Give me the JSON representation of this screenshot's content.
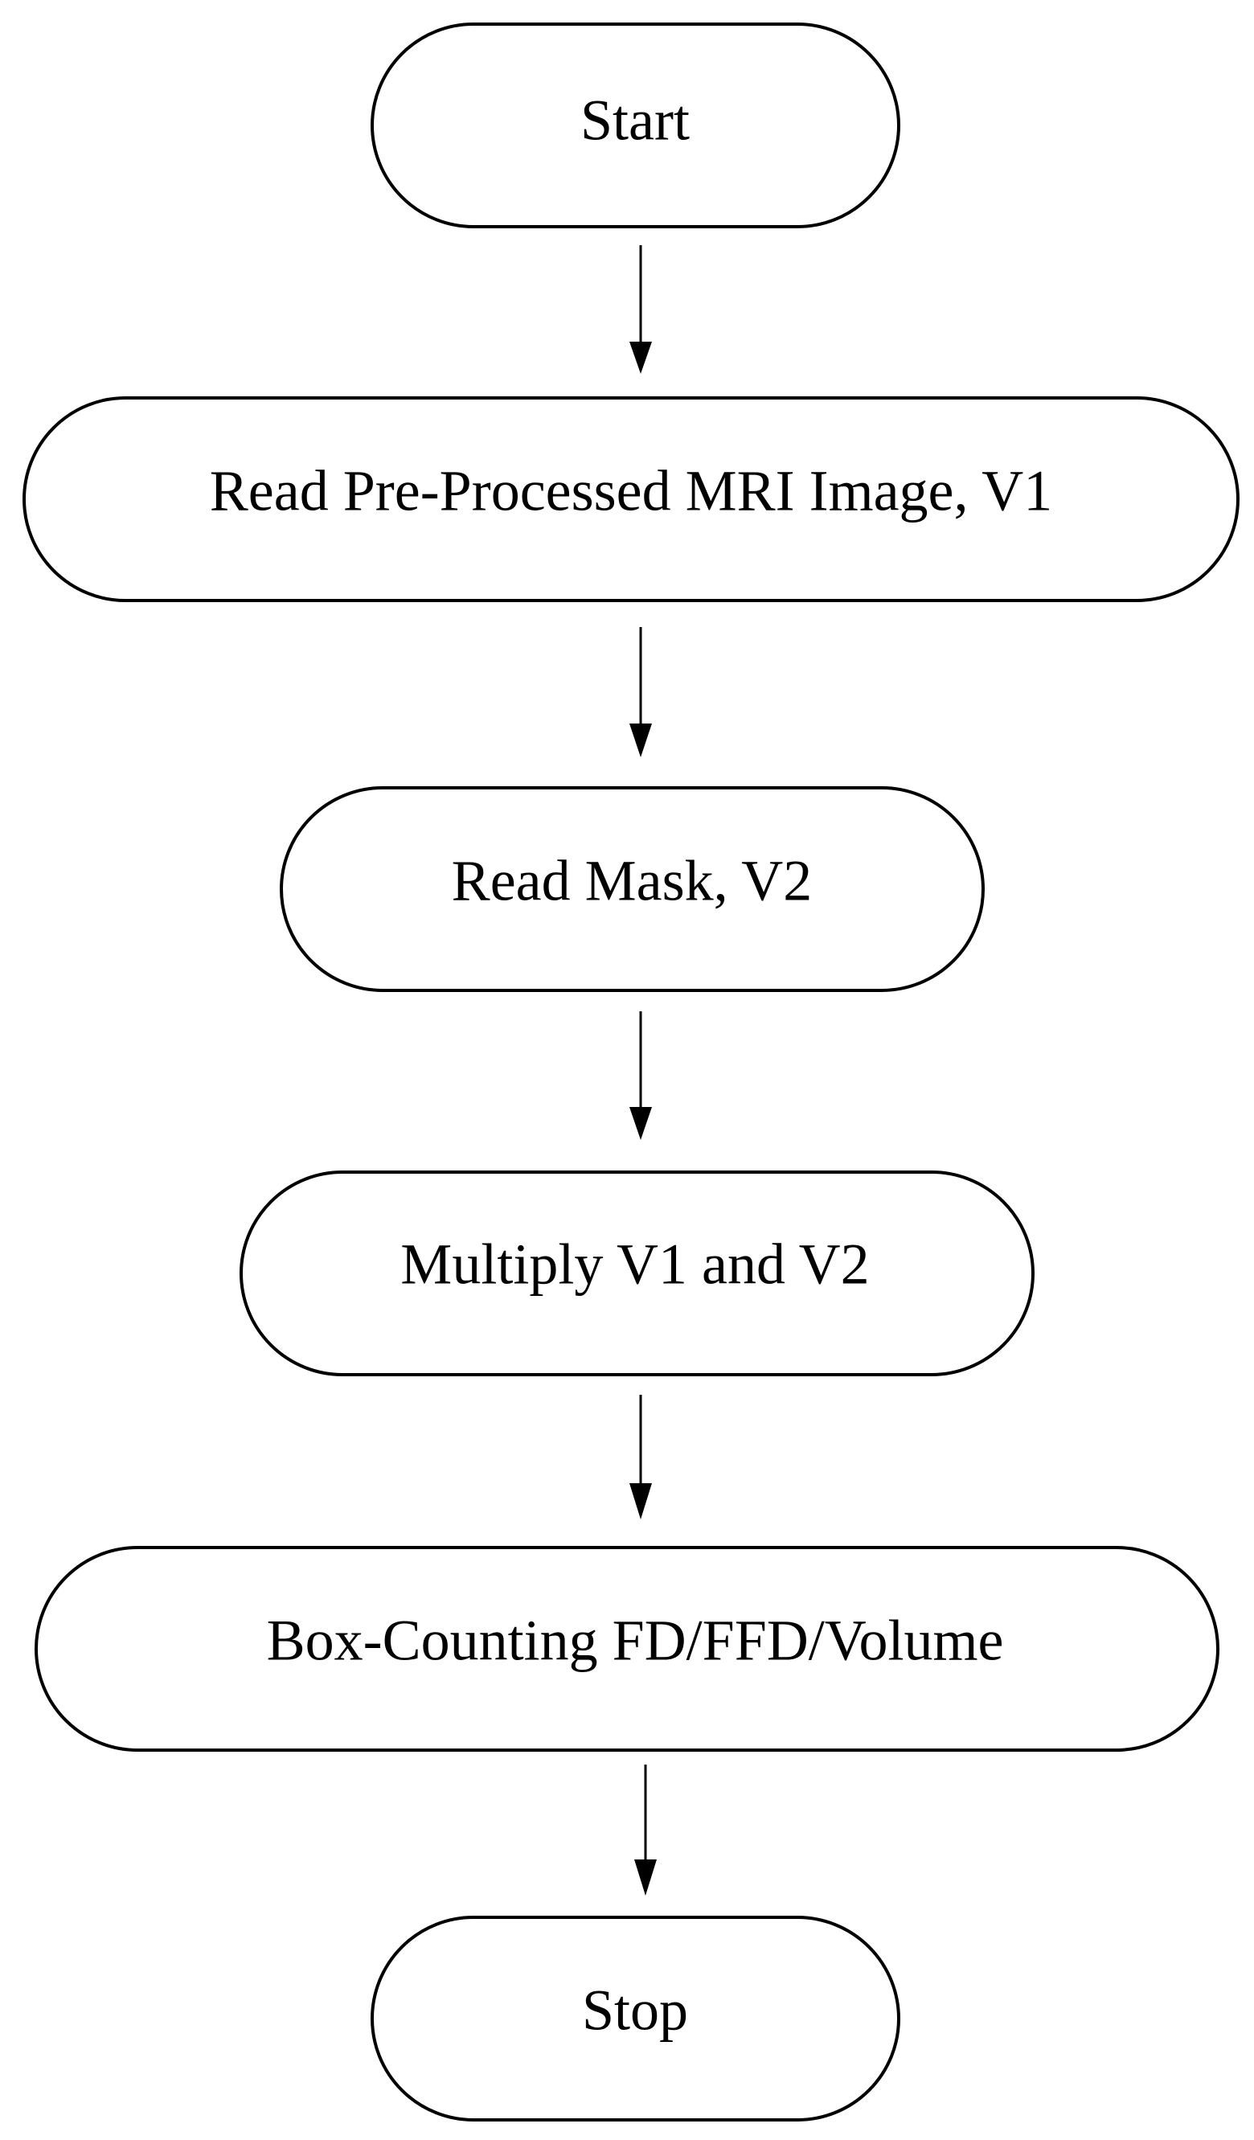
{
  "diagram": {
    "type": "flowchart",
    "direction": "top-to-bottom",
    "nodes": [
      {
        "id": "start",
        "label": "Start",
        "shape": "terminal"
      },
      {
        "id": "read-image",
        "label": "Read Pre-Processed MRI Image, V1",
        "shape": "terminal"
      },
      {
        "id": "read-mask",
        "label": "Read Mask, V2",
        "shape": "terminal"
      },
      {
        "id": "multiply",
        "label": "Multiply V1 and V2",
        "shape": "terminal"
      },
      {
        "id": "box-counting",
        "label": "Box-Counting FD/FFD/Volume",
        "shape": "terminal"
      },
      {
        "id": "stop",
        "label": "Stop",
        "shape": "terminal"
      }
    ],
    "edges": [
      {
        "from": "start",
        "to": "read-image"
      },
      {
        "from": "read-image",
        "to": "read-mask"
      },
      {
        "from": "read-mask",
        "to": "multiply"
      },
      {
        "from": "multiply",
        "to": "box-counting"
      },
      {
        "from": "box-counting",
        "to": "stop"
      }
    ],
    "colors": {
      "stroke": "#000000",
      "fill": "#ffffff",
      "text": "#000000"
    }
  }
}
